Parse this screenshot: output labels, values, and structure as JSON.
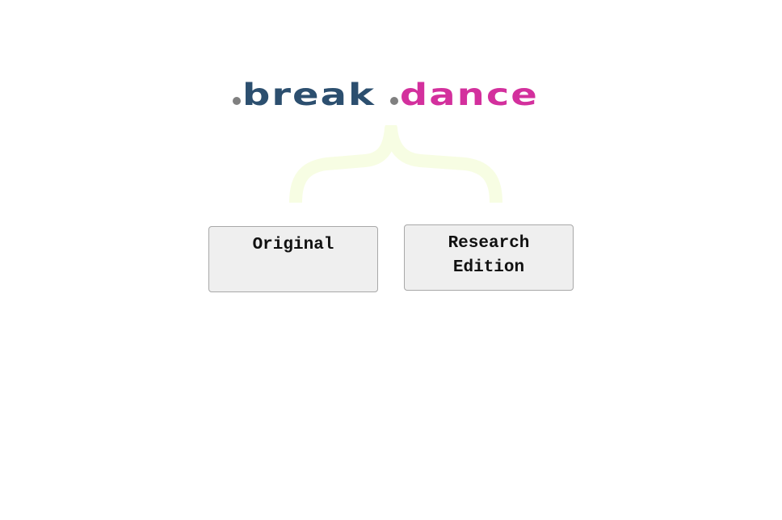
{
  "logo": {
    "dot_color": "#808080",
    "break_text": "break",
    "break_color": "#2c4f6f",
    "dance_text": "dance",
    "dance_color": "#d3309d"
  },
  "brace": {
    "icon": "curly-brace-icon",
    "color": "#f7fde3"
  },
  "choices": {
    "original_label": "Original",
    "research_label_line1": "Research",
    "research_label_line2": "Edition"
  }
}
